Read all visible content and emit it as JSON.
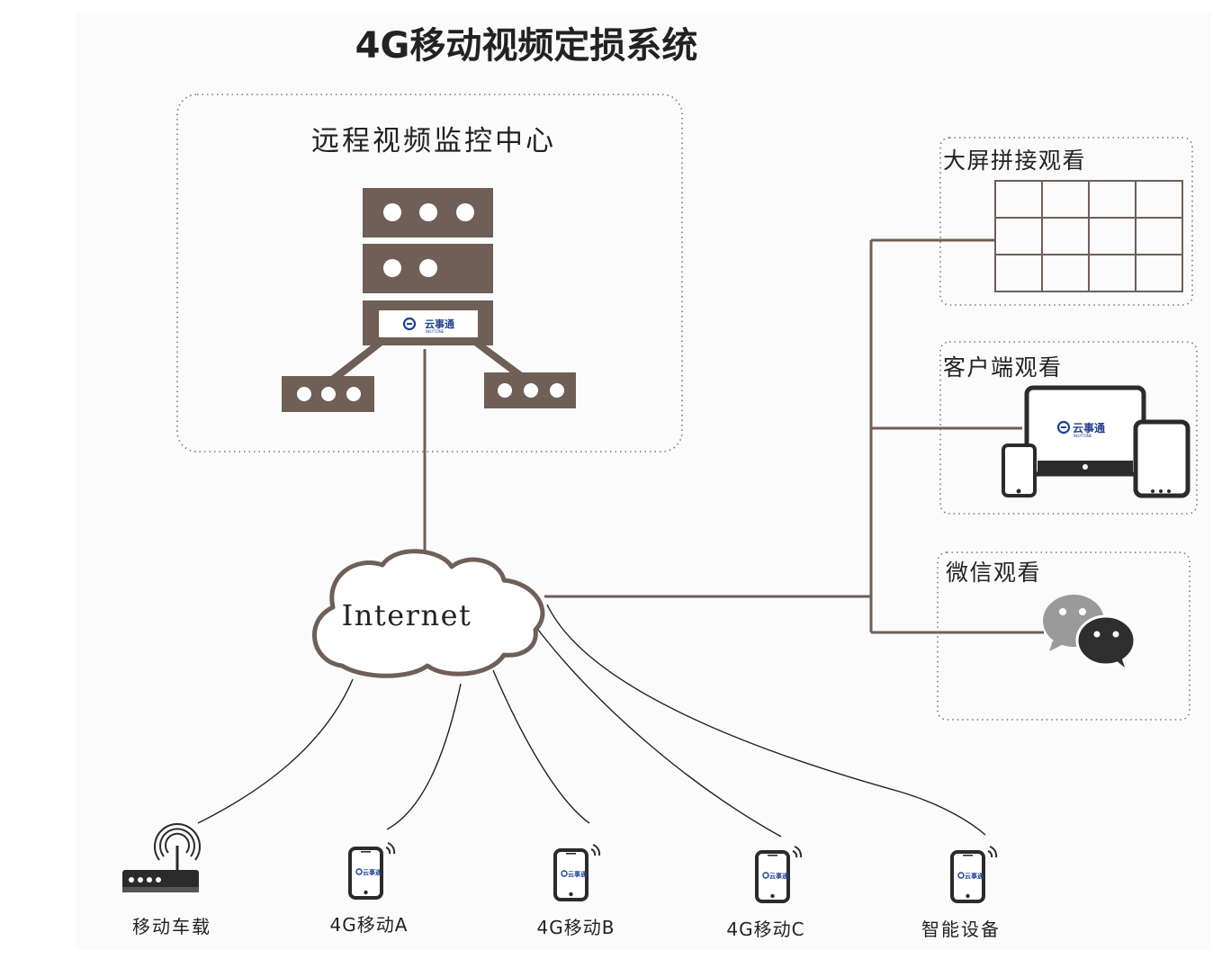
{
  "title": "4G移动视频定损系统",
  "colors": {
    "brown": "#6f5f57",
    "line": "#6f5f57",
    "curve": "#222222",
    "phone": "#2b2b2b",
    "logo": "#1f3f8f",
    "wechat_light": "#9a9a9a",
    "wechat_dark": "#2e2e2e",
    "bg": "#fbfbfb"
  },
  "center": {
    "label": "远程视频监控中心",
    "logo_text": "云事通",
    "logo_sub": "INSYTONE"
  },
  "cloud": {
    "label": "Internet"
  },
  "outputs": [
    {
      "label": "大屏拼接观看",
      "icon": "video-wall-icon"
    },
    {
      "label": "客户端观看",
      "icon": "multi-device-icon",
      "logo_text": "云事通",
      "logo_sub": "INSYTONE"
    },
    {
      "label": "微信观看",
      "icon": "wechat-icon"
    }
  ],
  "devices": [
    {
      "label": "移动车载",
      "icon": "router-icon"
    },
    {
      "label": "4G移动A",
      "icon": "phone-icon",
      "logo_text": "云事通"
    },
    {
      "label": "4G移动B",
      "icon": "phone-icon",
      "logo_text": "云事通"
    },
    {
      "label": "4G移动C",
      "icon": "phone-icon",
      "logo_text": "云事通"
    },
    {
      "label": "智能设备",
      "icon": "phone-icon",
      "logo_text": "云事通"
    }
  ]
}
